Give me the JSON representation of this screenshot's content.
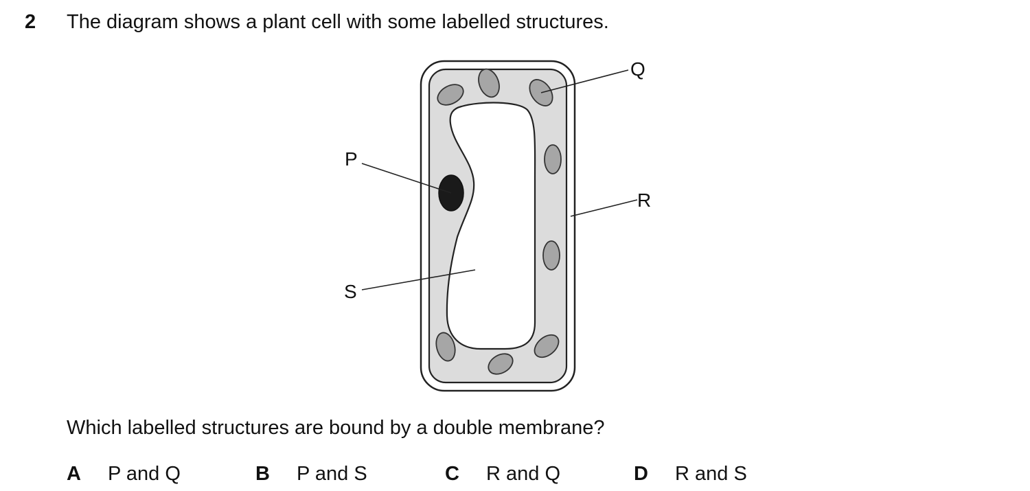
{
  "question": {
    "number": "2",
    "stem": "The diagram shows a plant cell with some labelled structures.",
    "prompt": "Which labelled structures are bound by a double membrane?"
  },
  "diagram": {
    "labels": {
      "P": "P",
      "Q": "Q",
      "R": "R",
      "S": "S"
    },
    "colors": {
      "cytoplasm": "#dcdcdc",
      "chloroplast": "#a6a6a6",
      "nucleus": "#1a1a1a",
      "outline": "#222222"
    }
  },
  "options": [
    {
      "letter": "A",
      "text": "P and Q"
    },
    {
      "letter": "B",
      "text": "P and S"
    },
    {
      "letter": "C",
      "text": "R and Q"
    },
    {
      "letter": "D",
      "text": "R and S"
    }
  ]
}
